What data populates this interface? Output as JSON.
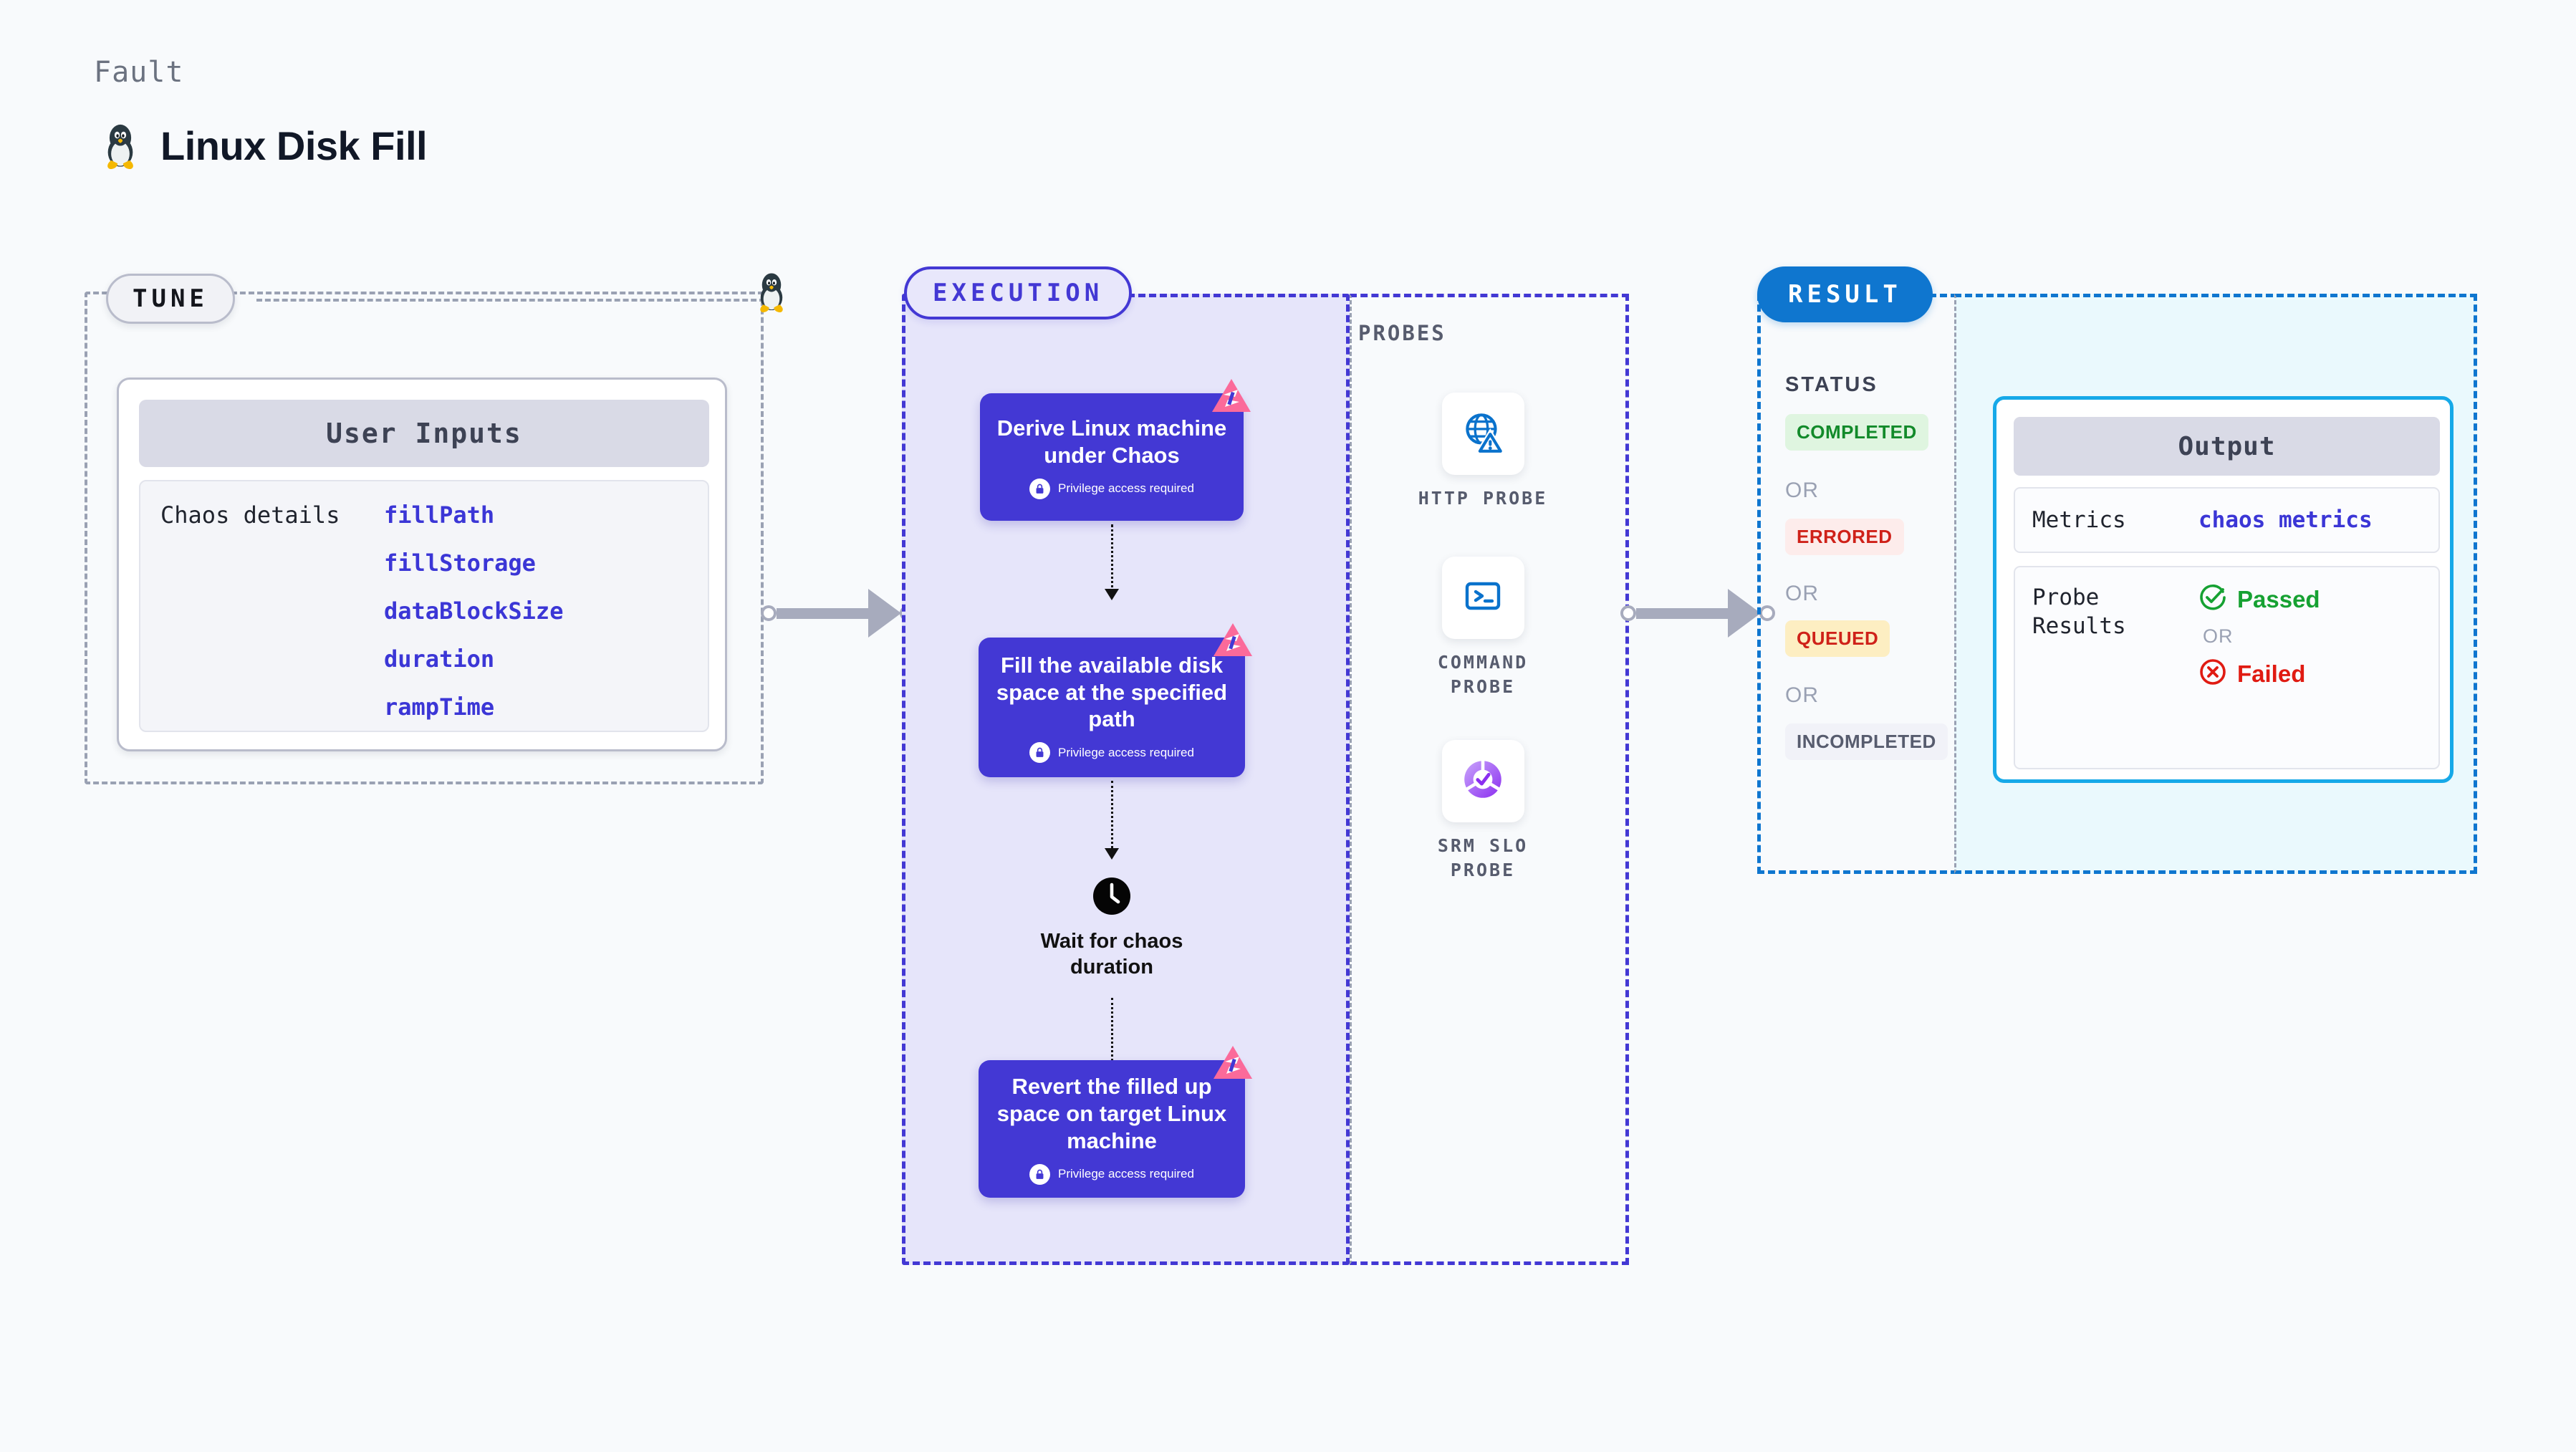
{
  "header": {
    "eyebrow": "Fault",
    "title": "Linux Disk Fill",
    "icon": "linux-tux-icon"
  },
  "tune": {
    "pill_label": "TUNE",
    "card_title": "User Inputs",
    "rows": [
      {
        "label": "Chaos details",
        "values": [
          "fillPath",
          "fillStorage",
          "dataBlockSize",
          "duration",
          "rampTime"
        ]
      }
    ],
    "edge_icon": "linux-tux-icon"
  },
  "execution": {
    "pill_label": "EXECUTION",
    "steps": [
      {
        "kind": "card",
        "title": "Derive Linux machine under Chaos",
        "privilege_note": "Privilege access required",
        "badge_icon": "chaos-corner-badge-icon",
        "lock_icon": "lock-icon"
      },
      {
        "kind": "card",
        "title": "Fill the available disk space at the specified path",
        "privilege_note": "Privilege access required",
        "badge_icon": "chaos-corner-badge-icon",
        "lock_icon": "lock-icon"
      },
      {
        "kind": "wait",
        "title": "Wait for chaos duration",
        "icon": "clock-icon"
      },
      {
        "kind": "card",
        "title": "Revert the filled up space on target Linux machine",
        "privilege_note": "Privilege access required",
        "badge_icon": "chaos-corner-badge-icon",
        "lock_icon": "lock-icon"
      }
    ]
  },
  "probes": {
    "label": "PROBES",
    "items": [
      {
        "name": "HTTP PROBE",
        "icon": "globe-warning-icon"
      },
      {
        "name": "COMMAND PROBE",
        "icon": "terminal-icon"
      },
      {
        "name": "SRM SLO PROBE",
        "icon": "slo-donut-check-icon"
      }
    ]
  },
  "result": {
    "pill_label": "RESULT",
    "status_label": "STATUS",
    "or_label": "OR",
    "statuses": [
      {
        "text": "COMPLETED",
        "bg": "#dff5e0",
        "fg": "#128a2a"
      },
      {
        "text": "ERRORED",
        "bg": "#fdeceb",
        "fg": "#cf2119"
      },
      {
        "text": "QUEUED",
        "bg": "#fdeec2",
        "fg": "#cf2119"
      },
      {
        "text": "INCOMPLETED",
        "bg": "#f1f2f8",
        "fg": "#575c6e"
      }
    ]
  },
  "output": {
    "card_title": "Output",
    "rows": [
      {
        "key": "Metrics",
        "value": "chaos metrics"
      }
    ],
    "probe_results": {
      "key": "Probe Results",
      "passed": "Passed",
      "failed": "Failed",
      "or_label": "OR",
      "passed_icon": "check-circle-icon",
      "failed_icon": "x-circle-icon"
    }
  },
  "connectors": [
    {
      "name": "tune-to-execution"
    },
    {
      "name": "probes-to-result"
    }
  ],
  "colors": {
    "page_bg": "#f8fafc",
    "tune_border": "#9aa1b3",
    "execution_accent": "#4338d4",
    "execution_bg": "#e6e5fa",
    "result_accent": "#0f76cf",
    "output_bg": "#eaf9fd",
    "output_card_border": "#16a9e8",
    "badge_pink": "#fb6a9a",
    "value_blue": "#3b36d6"
  }
}
